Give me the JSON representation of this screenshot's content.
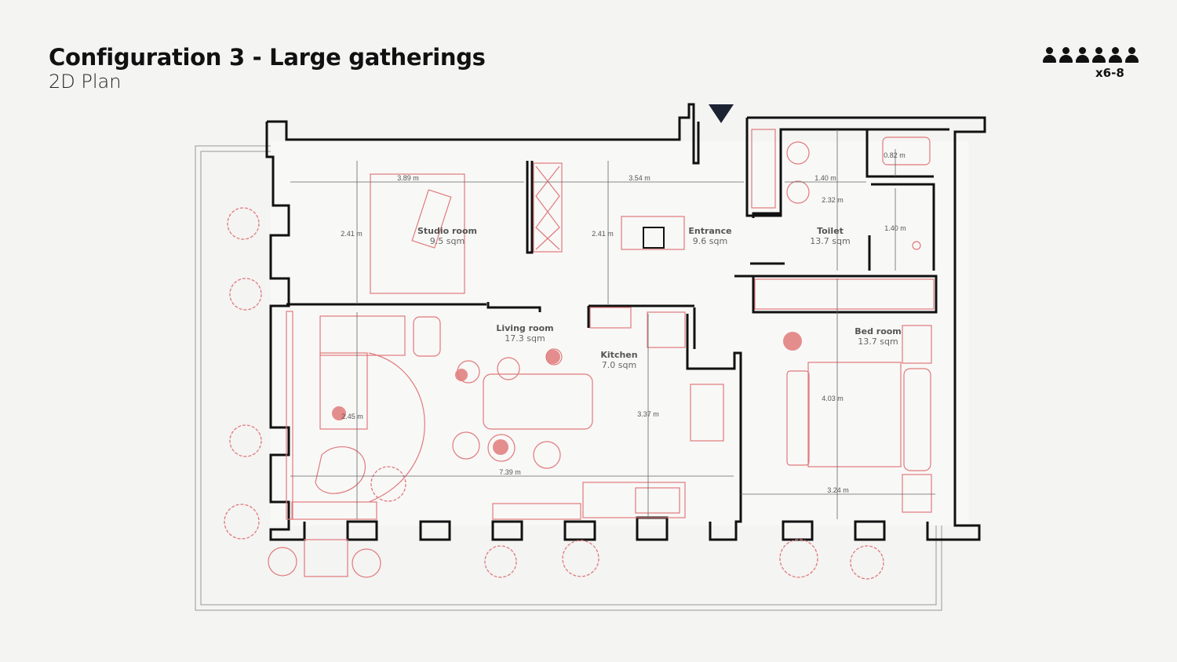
{
  "header": {
    "title": "Configuration 3 - Large gatherings",
    "subtitle": "2D Plan"
  },
  "capacity": {
    "icon": "people-icon",
    "people_icons": 6,
    "label": "x6-8"
  },
  "rooms": [
    {
      "name": "Studio room",
      "area": "9.5 sqm"
    },
    {
      "name": "Entrance",
      "area": "9.6  sqm"
    },
    {
      "name": "Toilet",
      "area": "13.7 sqm"
    },
    {
      "name": "Living room",
      "area": "17.3 sqm"
    },
    {
      "name": "Kitchen",
      "area": "7.0 sqm"
    },
    {
      "name": "Bed room",
      "area": "13.7 sqm"
    }
  ],
  "dimensions": [
    "3.89 m",
    "3.54 m",
    "2.41 m",
    "2.41 m",
    "1.40 m",
    "2.32 m",
    "0.82 m",
    "1.40 m",
    "2.45 m",
    "3.37 m",
    "7.39 m",
    "4.03 m",
    "3.24 m"
  ],
  "colors": {
    "wall": "#111111",
    "furniture": "#e07a7a",
    "entrance_marker": "#1c2433"
  }
}
